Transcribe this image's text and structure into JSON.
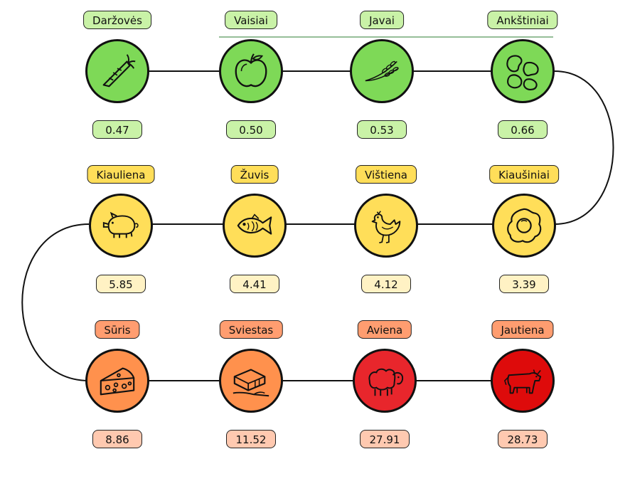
{
  "foods": [
    {
      "name": "Daržovės",
      "value": "0.47",
      "icon": "carrot-icon",
      "circle_color": "#7ed957",
      "name_bg": "#c9f2a7",
      "value_bg": "#c9f2a7"
    },
    {
      "name": "Vaisiai",
      "value": "0.50",
      "icon": "apple-icon",
      "circle_color": "#7ed957",
      "name_bg": "#c9f2a7",
      "value_bg": "#c9f2a7"
    },
    {
      "name": "Javai",
      "value": "0.53",
      "icon": "wheat-icon",
      "circle_color": "#7ed957",
      "name_bg": "#c9f2a7",
      "value_bg": "#c9f2a7"
    },
    {
      "name": "Ankštiniai",
      "value": "0.66",
      "icon": "beans-icon",
      "circle_color": "#7ed957",
      "name_bg": "#c9f2a7",
      "value_bg": "#c9f2a7"
    },
    {
      "name": "Kiaušiniai",
      "value": "3.39",
      "icon": "egg-icon",
      "circle_color": "#ffde59",
      "name_bg": "#ffde59",
      "value_bg": "#fff2c4"
    },
    {
      "name": "Vištiena",
      "value": "4.12",
      "icon": "chicken-icon",
      "circle_color": "#ffde59",
      "name_bg": "#ffde59",
      "value_bg": "#fff2c4"
    },
    {
      "name": "Žuvis",
      "value": "4.41",
      "icon": "fish-icon",
      "circle_color": "#ffde59",
      "name_bg": "#ffde59",
      "value_bg": "#fff2c4"
    },
    {
      "name": "Kiauliena",
      "value": "5.85",
      "icon": "pig-icon",
      "circle_color": "#ffde59",
      "name_bg": "#ffde59",
      "value_bg": "#fff2c4"
    },
    {
      "name": "Sūris",
      "value": "8.86",
      "icon": "cheese-icon",
      "circle_color": "#ff914d",
      "name_bg": "#ff9d70",
      "value_bg": "#ffc9b0"
    },
    {
      "name": "Sviestas",
      "value": "11.52",
      "icon": "butter-icon",
      "circle_color": "#ff914d",
      "name_bg": "#ff9d70",
      "value_bg": "#ffc9b0"
    },
    {
      "name": "Aviena",
      "value": "27.91",
      "icon": "sheep-icon",
      "circle_color": "#e8262c",
      "name_bg": "#ff9d70",
      "value_bg": "#ffc9b0"
    },
    {
      "name": "Jautiena",
      "value": "28.73",
      "icon": "cow-icon",
      "circle_color": "#de0b0b",
      "name_bg": "#ff9d70",
      "value_bg": "#ffc9b0"
    }
  ]
}
